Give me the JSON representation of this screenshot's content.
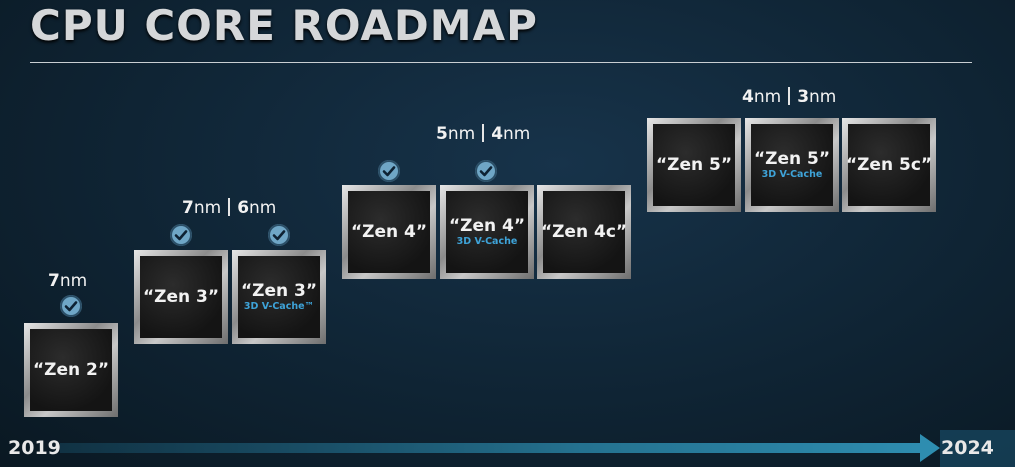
{
  "title": "CPU CORE ROADMAP",
  "timeline": {
    "start": "2019",
    "end": "2024"
  },
  "colors": {
    "accent": "#3ea3d8",
    "check": "#6fa6c6",
    "arrow": "#2e8db0"
  },
  "nodes": [
    {
      "a": "7",
      "b": "nm"
    },
    {
      "a": "7",
      "b": "nm",
      "c": "6",
      "d": "nm"
    },
    {
      "a": "5",
      "b": "nm",
      "c": "4",
      "d": "nm"
    },
    {
      "a": "4",
      "b": "nm",
      "c": "3",
      "d": "nm"
    }
  ],
  "chips": [
    {
      "name": "“Zen 2”",
      "sub": ""
    },
    {
      "name": "“Zen 3”",
      "sub": ""
    },
    {
      "name": "“Zen 3”",
      "sub": "3D V-Cache™"
    },
    {
      "name": "“Zen 4”",
      "sub": ""
    },
    {
      "name": "“Zen 4”",
      "sub": "3D V-Cache"
    },
    {
      "name": "“Zen 4c”",
      "sub": ""
    },
    {
      "name": "“Zen 5”",
      "sub": ""
    },
    {
      "name": "“Zen 5”",
      "sub": "3D V-Cache"
    },
    {
      "name": "“Zen 5c”",
      "sub": ""
    }
  ],
  "checks": {
    "icon": "checkmark-icon",
    "count": 5
  }
}
